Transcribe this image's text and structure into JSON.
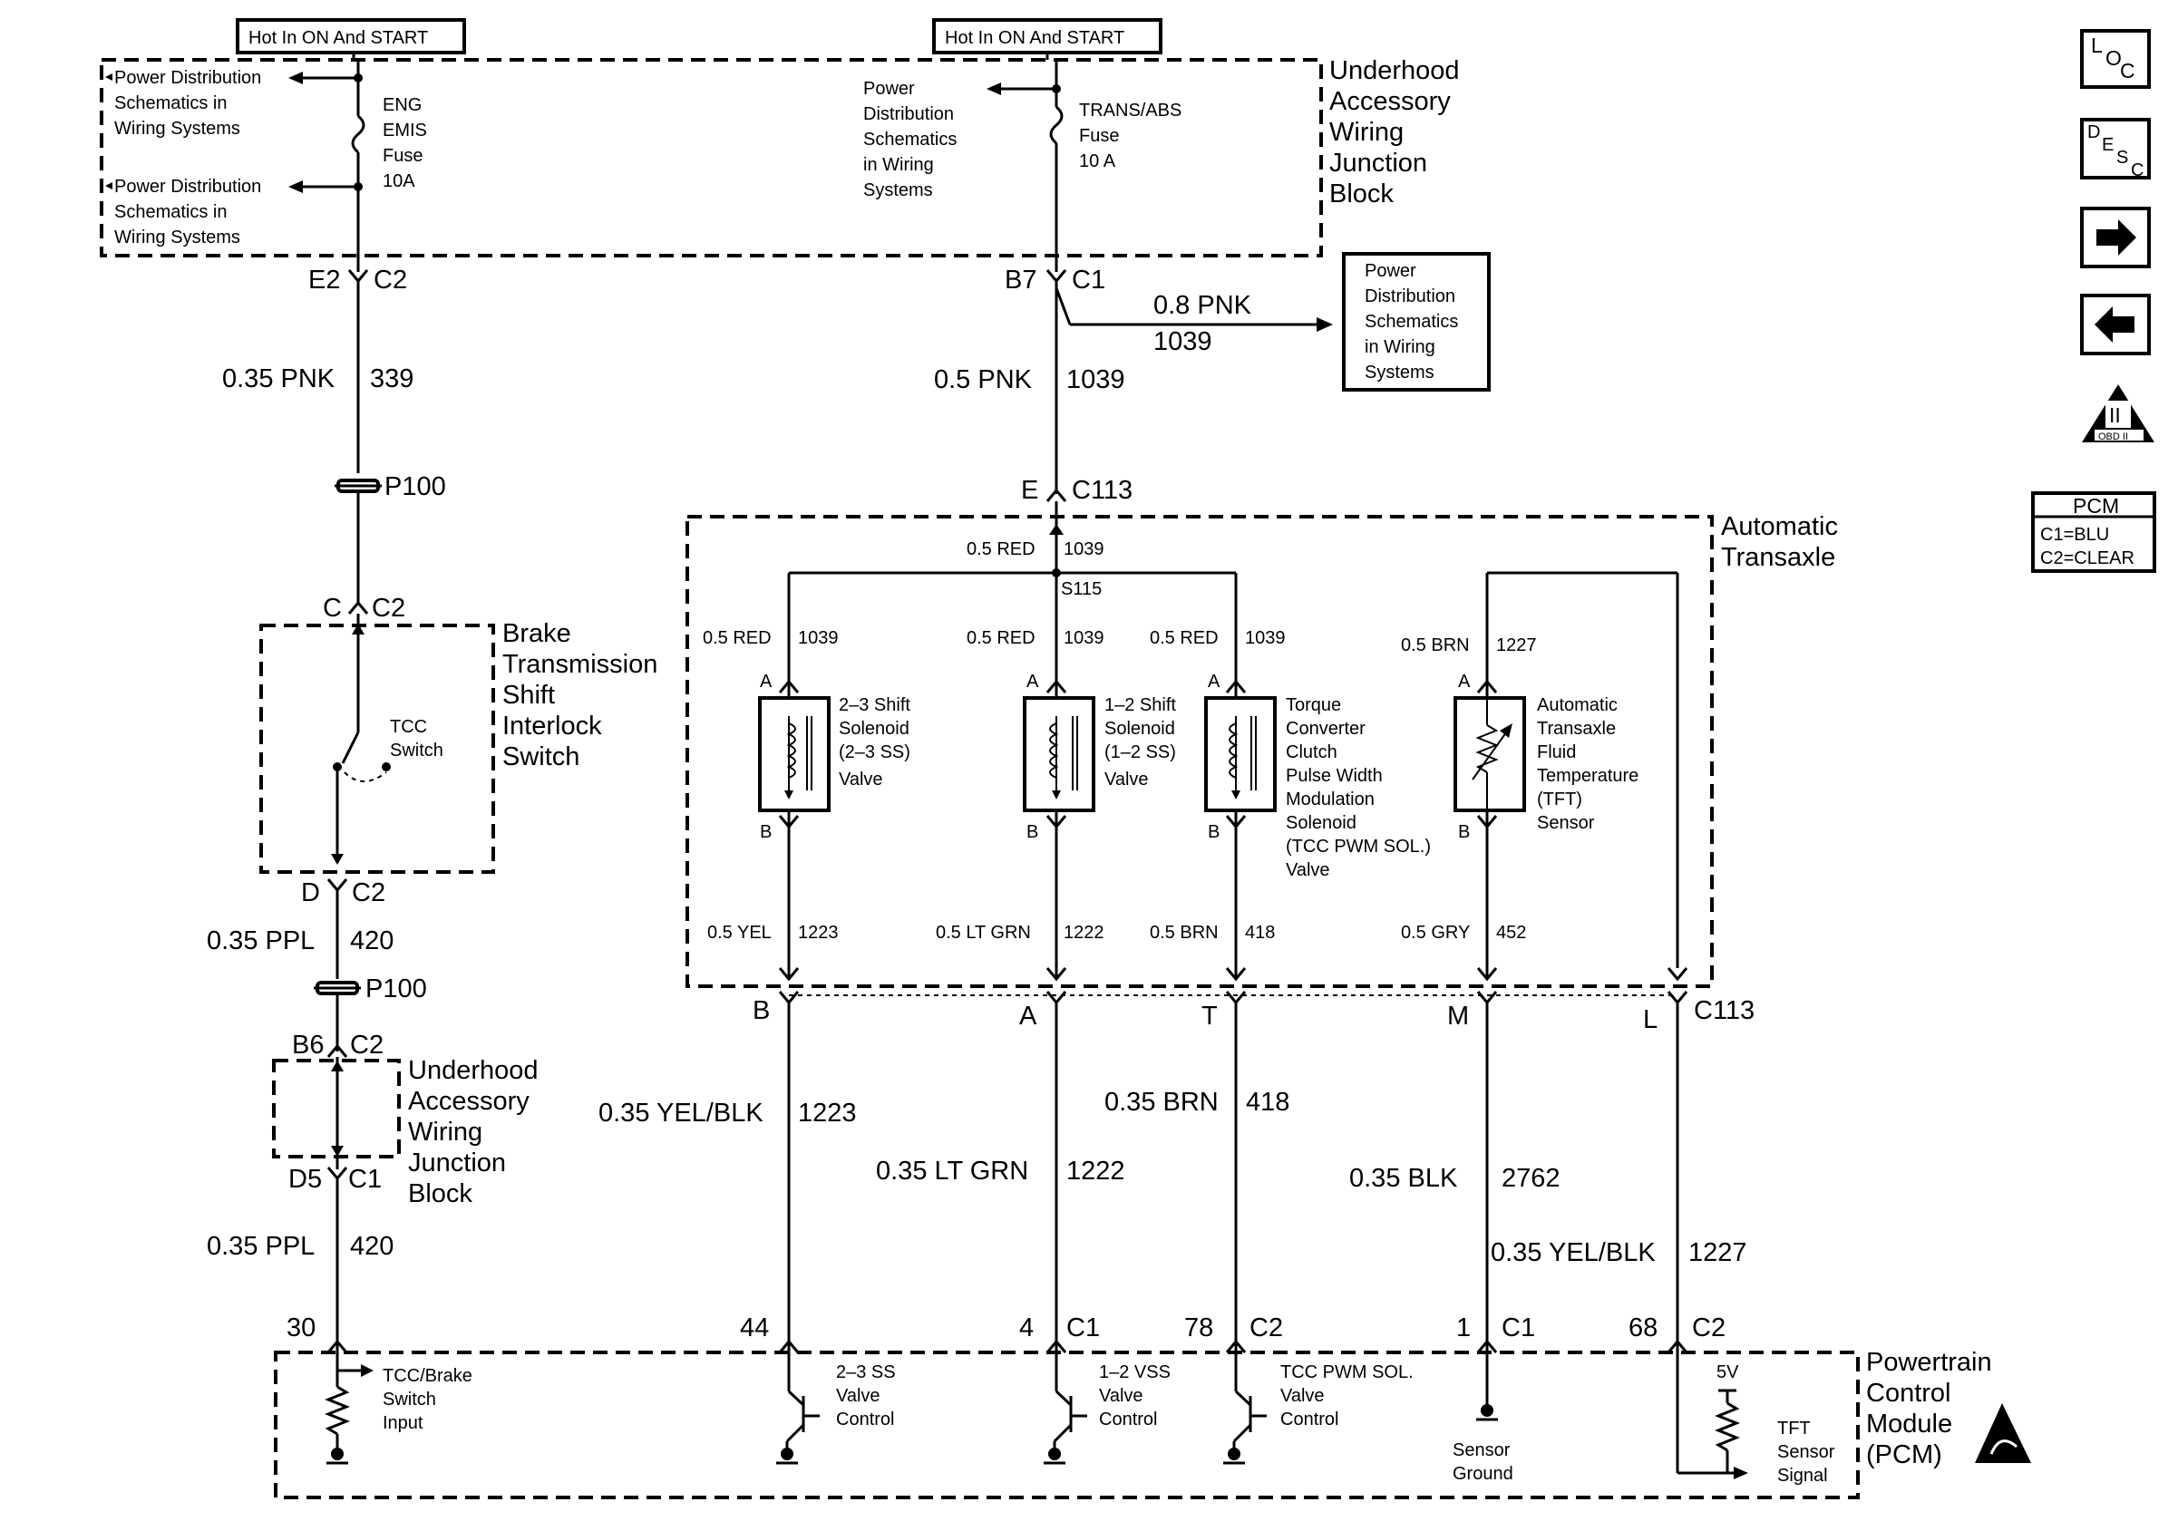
{
  "top_labels": {
    "hot_left": "Hot In ON And START",
    "hot_center": "Hot In ON And START"
  },
  "underhood_block": {
    "name": [
      "Underhood",
      "Accessory",
      "Wiring",
      "Junction",
      "Block"
    ],
    "pd_left_1": [
      "Power Distribution",
      "Schematics in",
      "Wiring Systems"
    ],
    "pd_left_2": [
      "Power Distribution",
      "Schematics in",
      "Wiring Systems"
    ],
    "pd_center": [
      "Power",
      "Distribution",
      "Schematics",
      "in Wiring",
      "Systems"
    ],
    "fuse_left": [
      "ENG",
      "EMIS",
      "Fuse",
      "10A"
    ],
    "fuse_center": [
      "TRANS/ABS",
      "Fuse",
      "10 A"
    ]
  },
  "pd_box_right": [
    "Power",
    "Distribution",
    "Schematics",
    "in Wiring",
    "Systems"
  ],
  "connectors": {
    "e2": "E2",
    "c2_top": "C2",
    "b7": "B7",
    "c1_top": "C1",
    "e": "E",
    "c113_top": "C113",
    "p100_a": "P100",
    "p100_b": "P100",
    "c": "C",
    "c2_btsi_top": "C2",
    "d": "D",
    "c2_btsi_bot": "C2",
    "b6": "B6",
    "c2_uh": "C2",
    "d5": "D5",
    "c1_uh": "C1",
    "c113_bot": "C113",
    "pin_b": "B",
    "pin_a": "A",
    "pin_t": "T",
    "pin_m": "M",
    "pin_l": "L"
  },
  "wires": {
    "w339": [
      "0.35 PNK",
      "339"
    ],
    "w1039_branch": [
      "0.8 PNK",
      "1039"
    ],
    "w1039_main": [
      "0.5 PNK",
      "1039"
    ],
    "w1039_red": [
      "0.5 RED",
      "1039"
    ],
    "s115": "S115",
    "sol1_top": [
      "0.5 RED",
      "1039"
    ],
    "sol2_top": [
      "0.5 RED",
      "1039"
    ],
    "sol3_top": [
      "0.5 RED",
      "1039"
    ],
    "tft_top": [
      "0.5 BRN",
      "1227"
    ],
    "sol1_bot": [
      "0.5 YEL",
      "1223"
    ],
    "sol2_bot": [
      "0.5 LT GRN",
      "1222"
    ],
    "sol3_bot": [
      "0.5 BRN",
      "418"
    ],
    "tft_bot": [
      "0.5 GRY",
      "452"
    ],
    "w420_a": [
      "0.35 PPL",
      "420"
    ],
    "w420_b": [
      "0.35 PPL",
      "420"
    ],
    "w1223": [
      "0.35 YEL/BLK",
      "1223"
    ],
    "w1222": [
      "0.35 LT GRN",
      "1222"
    ],
    "w418": [
      "0.35 BRN",
      "418"
    ],
    "w2762": [
      "0.35 BLK",
      "2762"
    ],
    "w1227": [
      "0.35 YEL/BLK",
      "1227"
    ]
  },
  "btsi": {
    "name": [
      "Brake",
      "Transmission",
      "Shift",
      "Interlock",
      "Switch"
    ],
    "switch": [
      "TCC",
      "Switch"
    ]
  },
  "uh_small": [
    "Underhood",
    "Accessory",
    "Wiring",
    "Junction",
    "Block"
  ],
  "transaxle": {
    "name": [
      "Automatic",
      "Transaxle"
    ],
    "sol1": [
      "2–3 Shift",
      "Solenoid",
      "(2–3 SS)",
      "Valve"
    ],
    "sol2": [
      "1–2 Shift",
      "Solenoid",
      "(1–2 SS)",
      "Valve"
    ],
    "sol3": [
      "Torque",
      "Converter",
      "Clutch",
      "Pulse Width",
      "Modulation",
      "Solenoid",
      "(TCC PWM SOL.)",
      "Valve"
    ],
    "tft": [
      "Automatic",
      "Transaxle",
      "Fluid",
      "Temperature",
      "(TFT)",
      "Sensor"
    ],
    "pin_a": "A",
    "pin_b": "B"
  },
  "pcm": {
    "name": [
      "Powertrain",
      "Control",
      "Module",
      "(PCM)"
    ],
    "pins": {
      "p30": "30",
      "p44": "44",
      "p4": "4",
      "c1a": "C1",
      "p78": "78",
      "c2a": "C2",
      "p1": "1",
      "c1b": "C1",
      "p68": "68",
      "c2b": "C2"
    },
    "tcc_input": [
      "TCC/Brake",
      "Switch",
      "Input"
    ],
    "ss23": [
      "2–3 SS",
      "Valve",
      "Control"
    ],
    "vss12": [
      "1–2 VSS",
      "Valve",
      "Control"
    ],
    "tcc_pwm": [
      "TCC PWM SOL.",
      "Valve",
      "Control"
    ],
    "sensor_ground": [
      "Sensor",
      "Ground"
    ],
    "tft_signal": [
      "TFT",
      "Sensor",
      "Signal"
    ],
    "five_v": "5V"
  },
  "side_icons": {
    "loc": [
      "L",
      "O",
      "C"
    ],
    "desc": [
      "D",
      "E",
      "S",
      "C"
    ],
    "obd": [
      "II",
      "OBD II"
    ]
  },
  "pcm_legend": {
    "title": "PCM",
    "lines": [
      "C1=BLU",
      "C2=CLEAR"
    ]
  }
}
